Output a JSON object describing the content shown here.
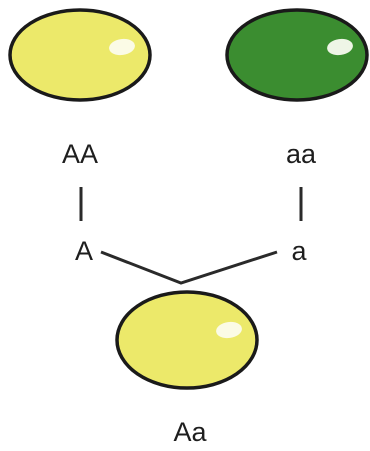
{
  "parents": {
    "left": {
      "genotype": "AA",
      "gamete": "A",
      "phenotype_color": "#ece96a"
    },
    "right": {
      "genotype": "aa",
      "gamete": "a",
      "phenotype_color": "#3b8d30"
    }
  },
  "offspring": {
    "genotype": "Aa",
    "phenotype_color": "#ece96a"
  },
  "colors": {
    "outline": "#1a1a1a",
    "highlight": "#fbfbe6",
    "line": "#2a2a2a"
  }
}
